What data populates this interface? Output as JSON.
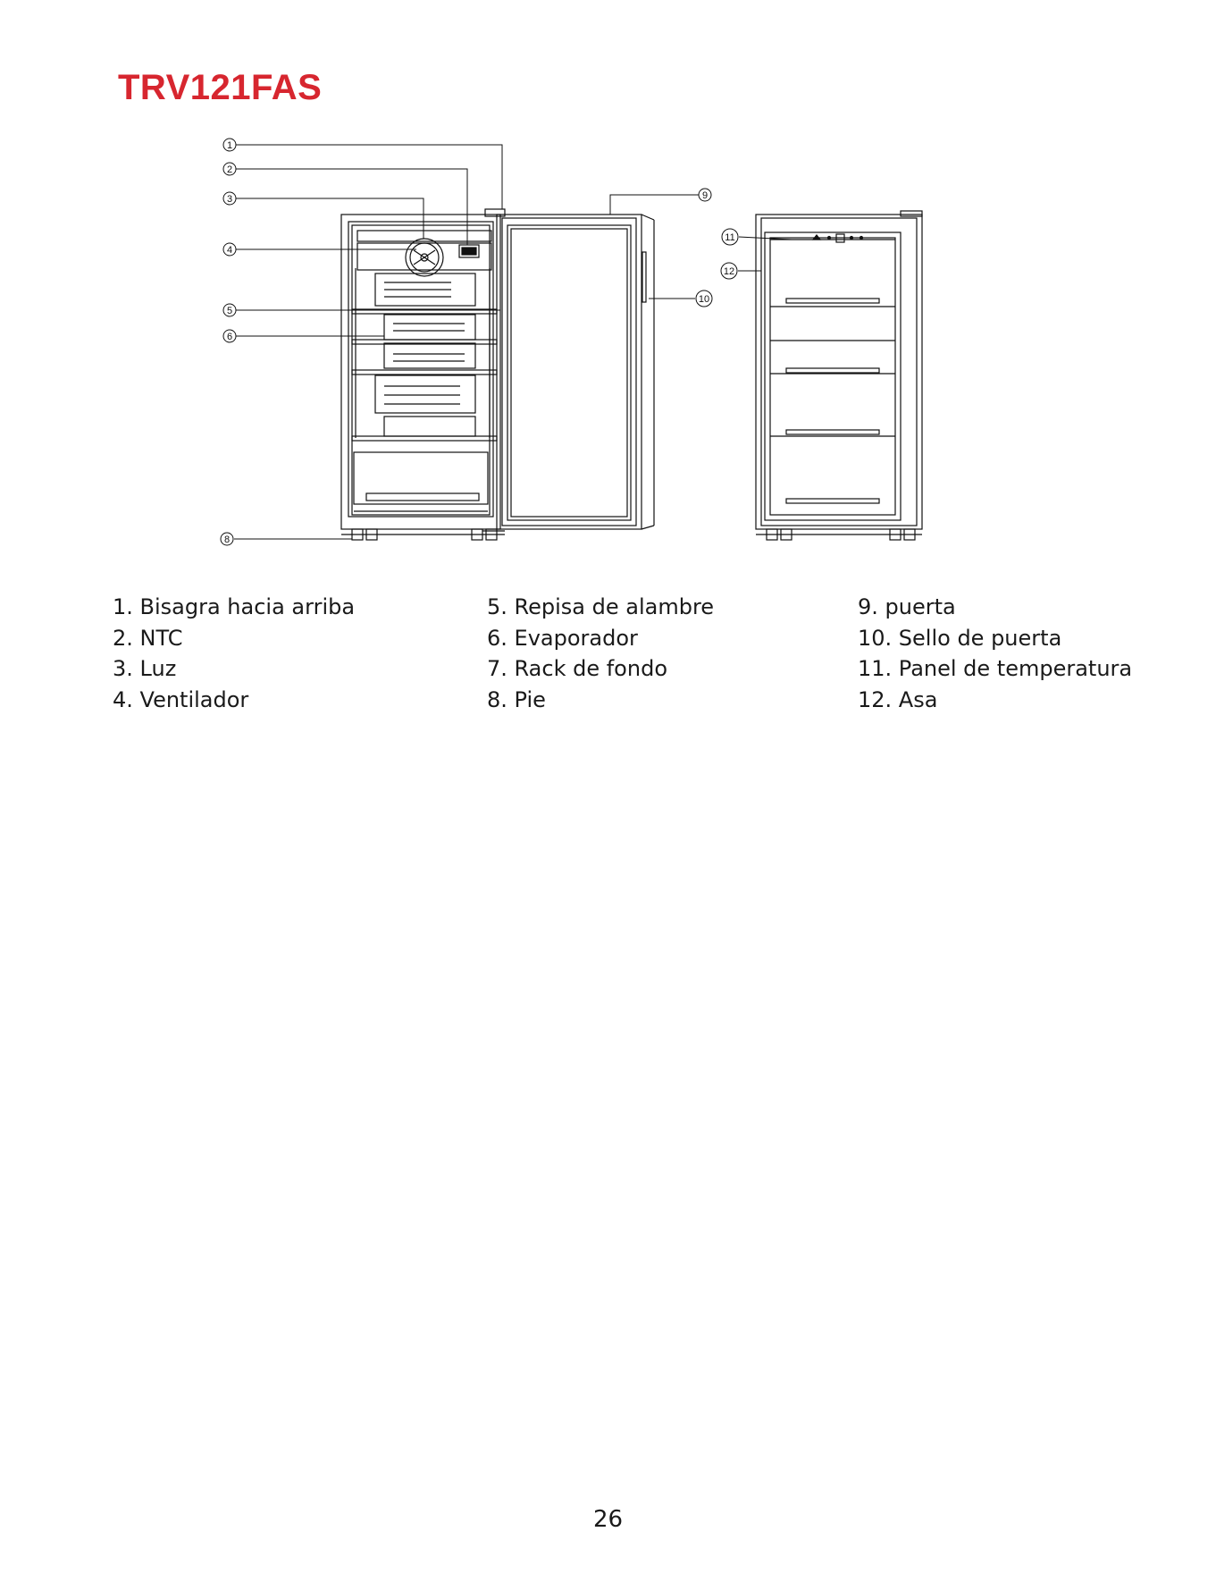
{
  "title": "TRV121FAS",
  "callouts": [
    "1",
    "2",
    "3",
    "4",
    "5",
    "6",
    "8",
    "9",
    "10",
    "11",
    "12"
  ],
  "legend": {
    "col1": [
      "1.  Bisagra hacia arriba",
      "2. NTC",
      "3. Luz",
      "4. Ventilador"
    ],
    "col2": [
      "5. Repisa de alambre",
      "6. Evaporador",
      "7. Rack de fondo",
      "8. Pie"
    ],
    "col3": [
      "9. puerta",
      "10. Sello de puerta",
      "11. Panel de temperatura",
      "12. Asa"
    ]
  },
  "page_number": "26"
}
